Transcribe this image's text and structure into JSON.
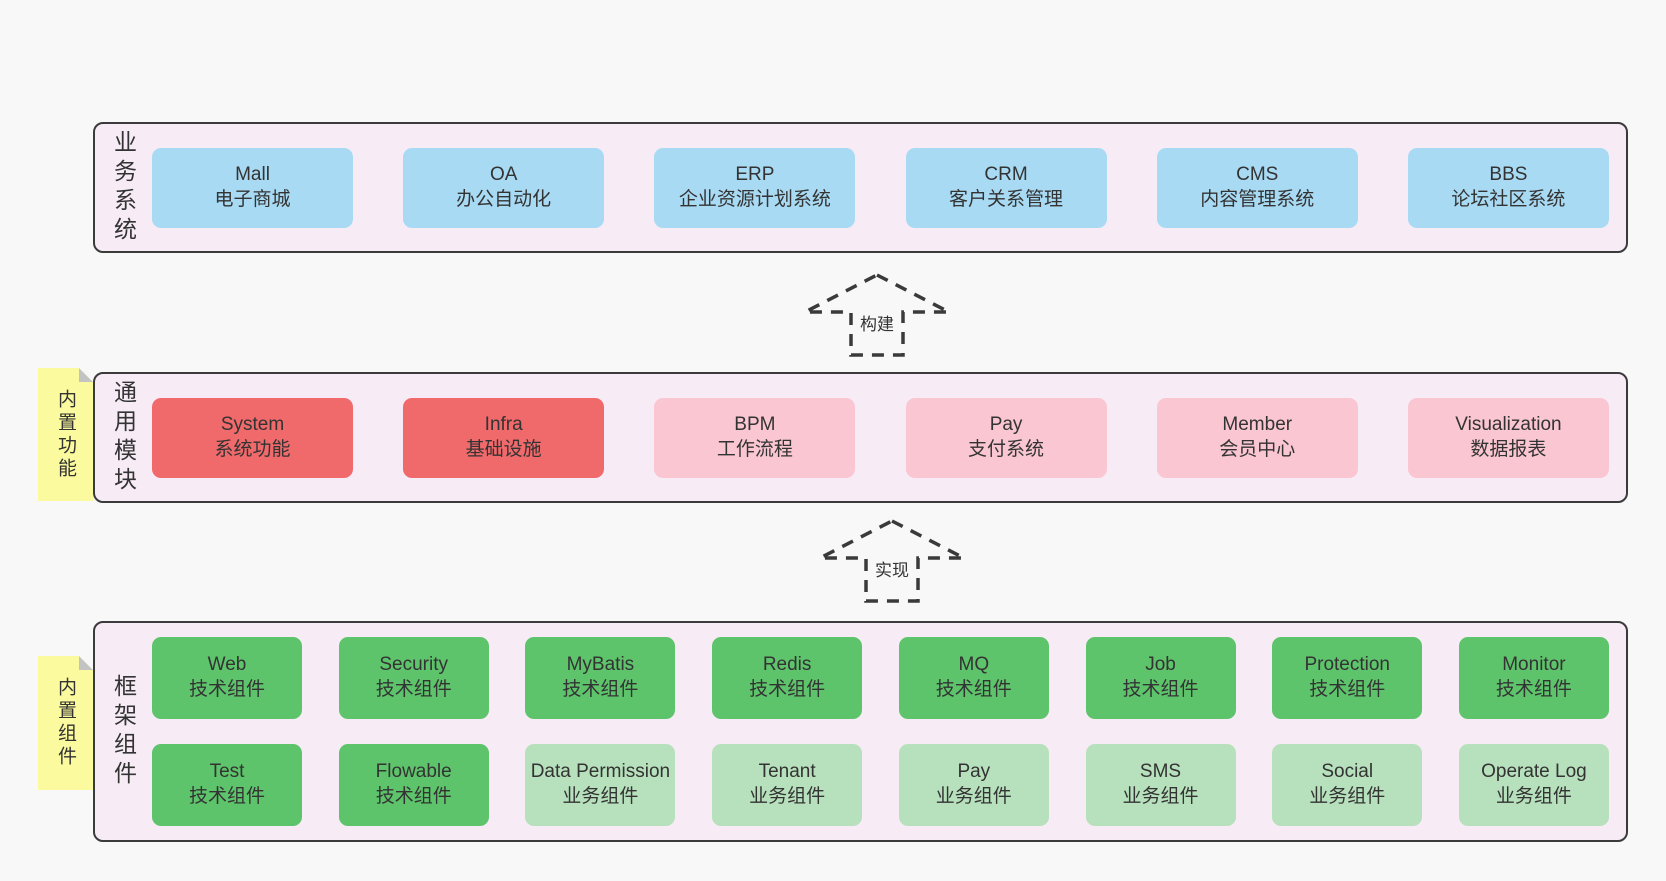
{
  "colors": {
    "theme": {
      "page-bg": "#f8f8f8",
      "band-bg": "#f7ecf6",
      "band-border": "#3b3b3b",
      "text": "#333333",
      "sticky-bg": "#fbfa9f",
      "sticky-fold": "#c3c3c3",
      "arrow-stroke": "#3a3a3a"
    },
    "box": {
      "blue": "#a8daf3",
      "red": "#f0696b",
      "pink": "#f9c6d2",
      "green": "#5ec46b",
      "lightgreen": "#b7e1bc"
    }
  },
  "bands": [
    {
      "label": "业务系统",
      "rows": [
        [
          {
            "title": "Mall",
            "subtitle": "电子商城",
            "type": "blue"
          },
          {
            "title": "OA",
            "subtitle": "办公自动化",
            "type": "blue"
          },
          {
            "title": "ERP",
            "subtitle": "企业资源计划系统",
            "type": "blue"
          },
          {
            "title": "CRM",
            "subtitle": "客户关系管理",
            "type": "blue"
          },
          {
            "title": "CMS",
            "subtitle": "内容管理系统",
            "type": "blue"
          },
          {
            "title": "BBS",
            "subtitle": "论坛社区系统",
            "type": "blue"
          }
        ]
      ]
    },
    {
      "label": "通用模块",
      "rows": [
        [
          {
            "title": "System",
            "subtitle": "系统功能",
            "type": "red"
          },
          {
            "title": "Infra",
            "subtitle": "基础设施",
            "type": "red"
          },
          {
            "title": "BPM",
            "subtitle": "工作流程",
            "type": "pink"
          },
          {
            "title": "Pay",
            "subtitle": "支付系统",
            "type": "pink"
          },
          {
            "title": "Member",
            "subtitle": "会员中心",
            "type": "pink"
          },
          {
            "title": "Visualization",
            "subtitle": "数据报表",
            "type": "pink"
          }
        ]
      ]
    },
    {
      "label": "框架组件",
      "rows": [
        [
          {
            "title": "Web",
            "subtitle": "技术组件",
            "type": "green"
          },
          {
            "title": "Security",
            "subtitle": "技术组件",
            "type": "green"
          },
          {
            "title": "MyBatis",
            "subtitle": "技术组件",
            "type": "green"
          },
          {
            "title": "Redis",
            "subtitle": "技术组件",
            "type": "green"
          },
          {
            "title": "MQ",
            "subtitle": "技术组件",
            "type": "green"
          },
          {
            "title": "Job",
            "subtitle": "技术组件",
            "type": "green"
          },
          {
            "title": "Protection",
            "subtitle": "技术组件",
            "type": "green"
          },
          {
            "title": "Monitor",
            "subtitle": "技术组件",
            "type": "green"
          }
        ],
        [
          {
            "title": "Test",
            "subtitle": "技术组件",
            "type": "green"
          },
          {
            "title": "Flowable",
            "subtitle": "技术组件",
            "type": "green"
          },
          {
            "title": "Data Permission",
            "subtitle": "业务组件",
            "type": "lightgreen"
          },
          {
            "title": "Tenant",
            "subtitle": "业务组件",
            "type": "lightgreen"
          },
          {
            "title": "Pay",
            "subtitle": "业务组件",
            "type": "lightgreen"
          },
          {
            "title": "SMS",
            "subtitle": "业务组件",
            "type": "lightgreen"
          },
          {
            "title": "Social",
            "subtitle": "业务组件",
            "type": "lightgreen"
          },
          {
            "title": "Operate Log",
            "subtitle": "业务组件",
            "type": "lightgreen"
          }
        ]
      ]
    }
  ],
  "stickies": [
    {
      "label": "内置功能"
    },
    {
      "label": "内置组件"
    }
  ],
  "arrows": [
    {
      "label": "构建"
    },
    {
      "label": "实现"
    }
  ]
}
